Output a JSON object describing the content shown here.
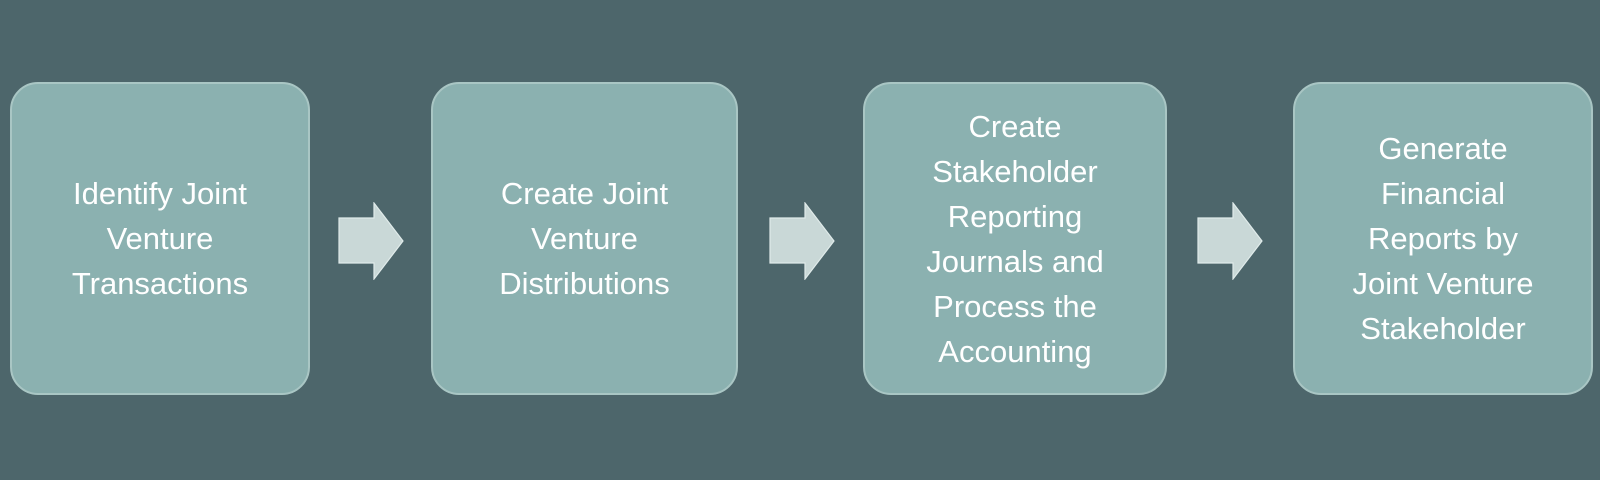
{
  "diagram": {
    "type": "process-flow",
    "direction": "left-to-right",
    "colors": {
      "background": "#4d666b",
      "box_fill": "#8bb1b0",
      "box_border": "#a9c6c4",
      "arrow_fill": "#c9d8d7",
      "arrow_border": "#e0ebea",
      "text_color": "#ffffff"
    },
    "steps": [
      {
        "label": "Identify Joint Venture Transactions",
        "lines": [
          "Identify Joint",
          "Venture",
          "Transactions"
        ]
      },
      {
        "label": "Create Joint Venture Distributions",
        "lines": [
          "Create Joint",
          "Venture",
          "Distributions"
        ]
      },
      {
        "label": "Create Stakeholder Reporting Journals and Process the Accounting",
        "lines": [
          "Create",
          "Stakeholder",
          "Reporting",
          "Journals and",
          "Process the",
          "Accounting"
        ]
      },
      {
        "label": "Generate Financial Reports by Joint Venture Stakeholder",
        "lines": [
          "Generate",
          "Financial",
          "Reports by",
          "Joint Venture",
          "Stakeholder"
        ]
      }
    ]
  }
}
